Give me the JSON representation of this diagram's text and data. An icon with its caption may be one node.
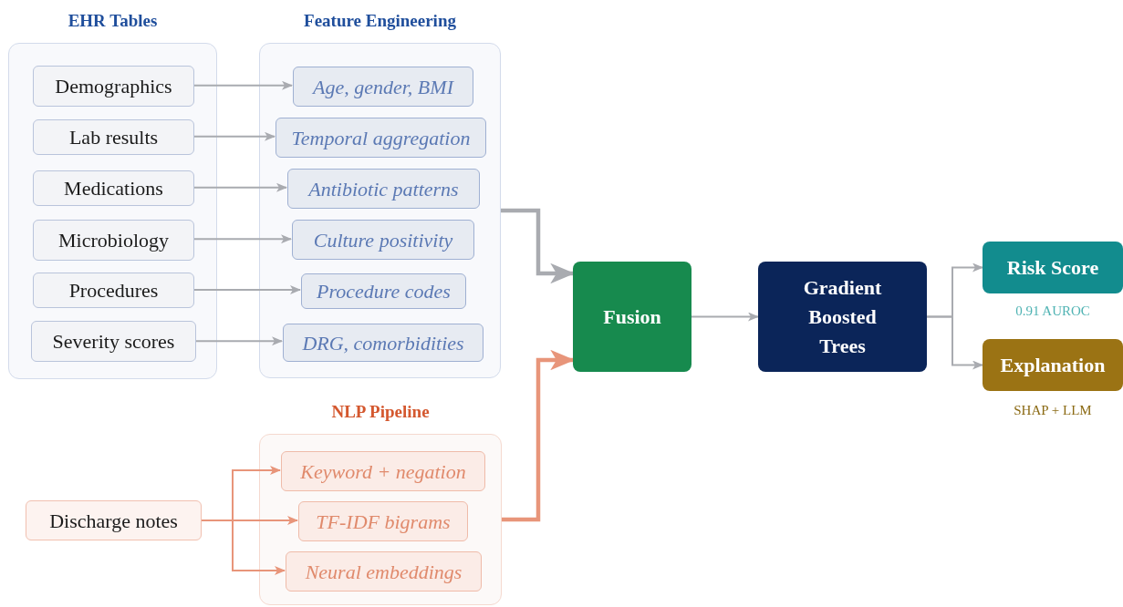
{
  "diagram": {
    "nodes": [
      {
        "text": [
          "EHR Tables"
        ]
      },
      {
        "text": [
          "Demographics"
        ],
        "in": 0
      },
      {
        "text": [
          "Lab results"
        ],
        "in": 0
      },
      {
        "text": [
          "Medications"
        ],
        "in": 0
      },
      {
        "text": [
          "Microbiology"
        ],
        "in": 0
      },
      {
        "text": [
          "Procedures"
        ],
        "in": 0
      },
      {
        "text": [
          "Severity scores"
        ],
        "in": 0
      },
      {
        "text": [
          "Feature Engineering"
        ]
      },
      {
        "text": [
          "Age, gender, BMI"
        ],
        "in": 7
      },
      {
        "text": [
          "Temporal aggregation"
        ],
        "in": 7
      },
      {
        "text": [
          "Antibiotic patterns"
        ],
        "in": 7
      },
      {
        "text": [
          "Culture positivity"
        ],
        "in": 7
      },
      {
        "text": [
          "Procedure codes"
        ],
        "in": 7
      },
      {
        "text": [
          "DRG, comorbidities"
        ],
        "in": 7
      },
      {
        "text": [
          "NLP Pipeline"
        ]
      },
      {
        "text": [
          "Discharge notes"
        ]
      },
      {
        "text": [
          "Keyword + negation"
        ],
        "in": 14
      },
      {
        "text": [
          "TF-IDF bigrams"
        ],
        "in": 14
      },
      {
        "text": [
          "Neural embeddings"
        ],
        "in": 14
      },
      {
        "text": [
          "Fusion"
        ]
      },
      {
        "text": [
          "Gradient Boosted Trees"
        ]
      },
      {
        "text": [
          "Risk Score"
        ],
        "beside": [
          "0.91 AUROC"
        ]
      },
      {
        "text": [
          "Explanation"
        ],
        "beside": [
          "SHAP + LLM"
        ]
      }
    ],
    "edges": [
      {
        "from": 1,
        "to": 8,
        "arrow": "to"
      },
      {
        "from": 2,
        "to": 9,
        "arrow": "to"
      },
      {
        "from": 3,
        "to": 10,
        "arrow": "to"
      },
      {
        "from": 4,
        "to": 11,
        "arrow": "to"
      },
      {
        "from": 5,
        "to": 12,
        "arrow": "to"
      },
      {
        "from": 6,
        "to": 13,
        "arrow": "to"
      },
      {
        "from": 15,
        "to": 16,
        "arrow": "to",
        "color": "#e8957a"
      },
      {
        "from": 15,
        "to": 17,
        "arrow": "to",
        "color": "#e8957a"
      },
      {
        "from": 15,
        "to": 18,
        "arrow": "to",
        "color": "#e8957a"
      },
      {
        "from": 7,
        "to": 19,
        "arrow": "to",
        "style": "thick"
      },
      {
        "from": 14,
        "to": 19,
        "arrow": "to",
        "style": "thick",
        "color": "#e8957a"
      },
      {
        "from": 19,
        "to": 20,
        "arrow": "to"
      },
      {
        "from": 20,
        "to": 21,
        "arrow": "to"
      },
      {
        "from": 20,
        "to": 22,
        "arrow": "to"
      }
    ]
  }
}
